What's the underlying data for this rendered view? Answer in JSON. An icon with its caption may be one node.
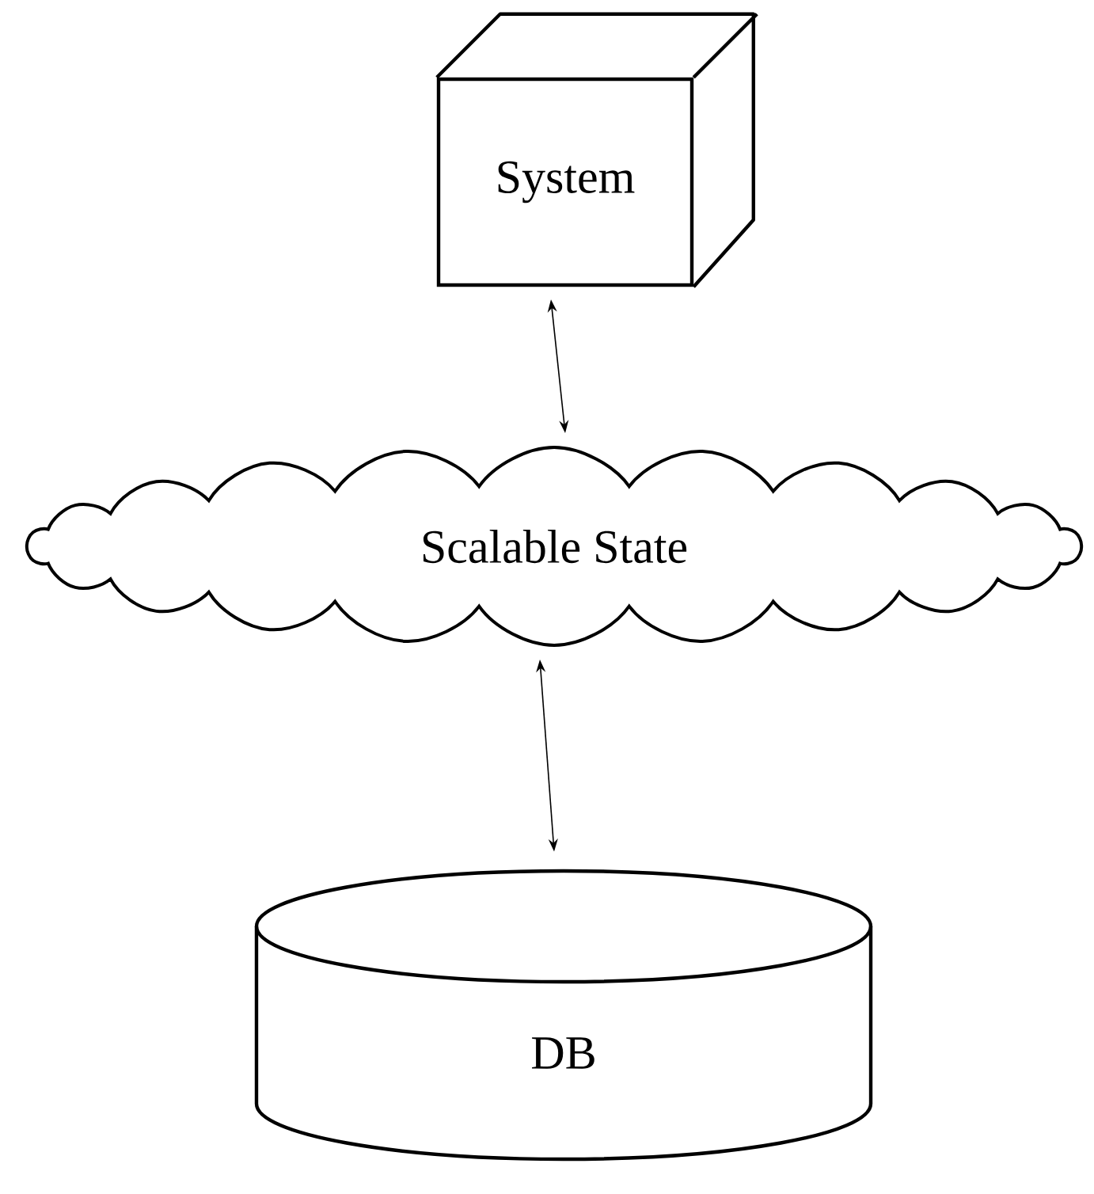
{
  "diagram": {
    "nodes": [
      {
        "text": [
          "System"
        ]
      },
      {
        "text": [
          "Scalable State"
        ]
      },
      {
        "text": [
          "DB"
        ]
      }
    ],
    "edges": [
      {
        "from": 0,
        "to": 1,
        "arrow": "both"
      },
      {
        "from": 1,
        "to": 2,
        "arrow": "both"
      }
    ]
  }
}
